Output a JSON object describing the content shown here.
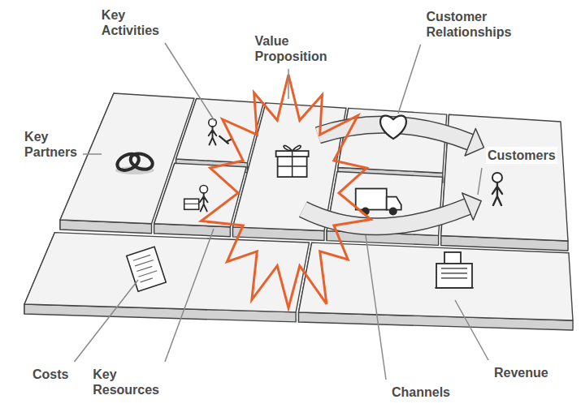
{
  "diagram": {
    "labels": [
      "Key Activities",
      "Value Proposition",
      "Customer Relationships",
      "Key Partners",
      "Customers",
      "Costs",
      "Key Resources",
      "Channels",
      "Revenue"
    ]
  }
}
